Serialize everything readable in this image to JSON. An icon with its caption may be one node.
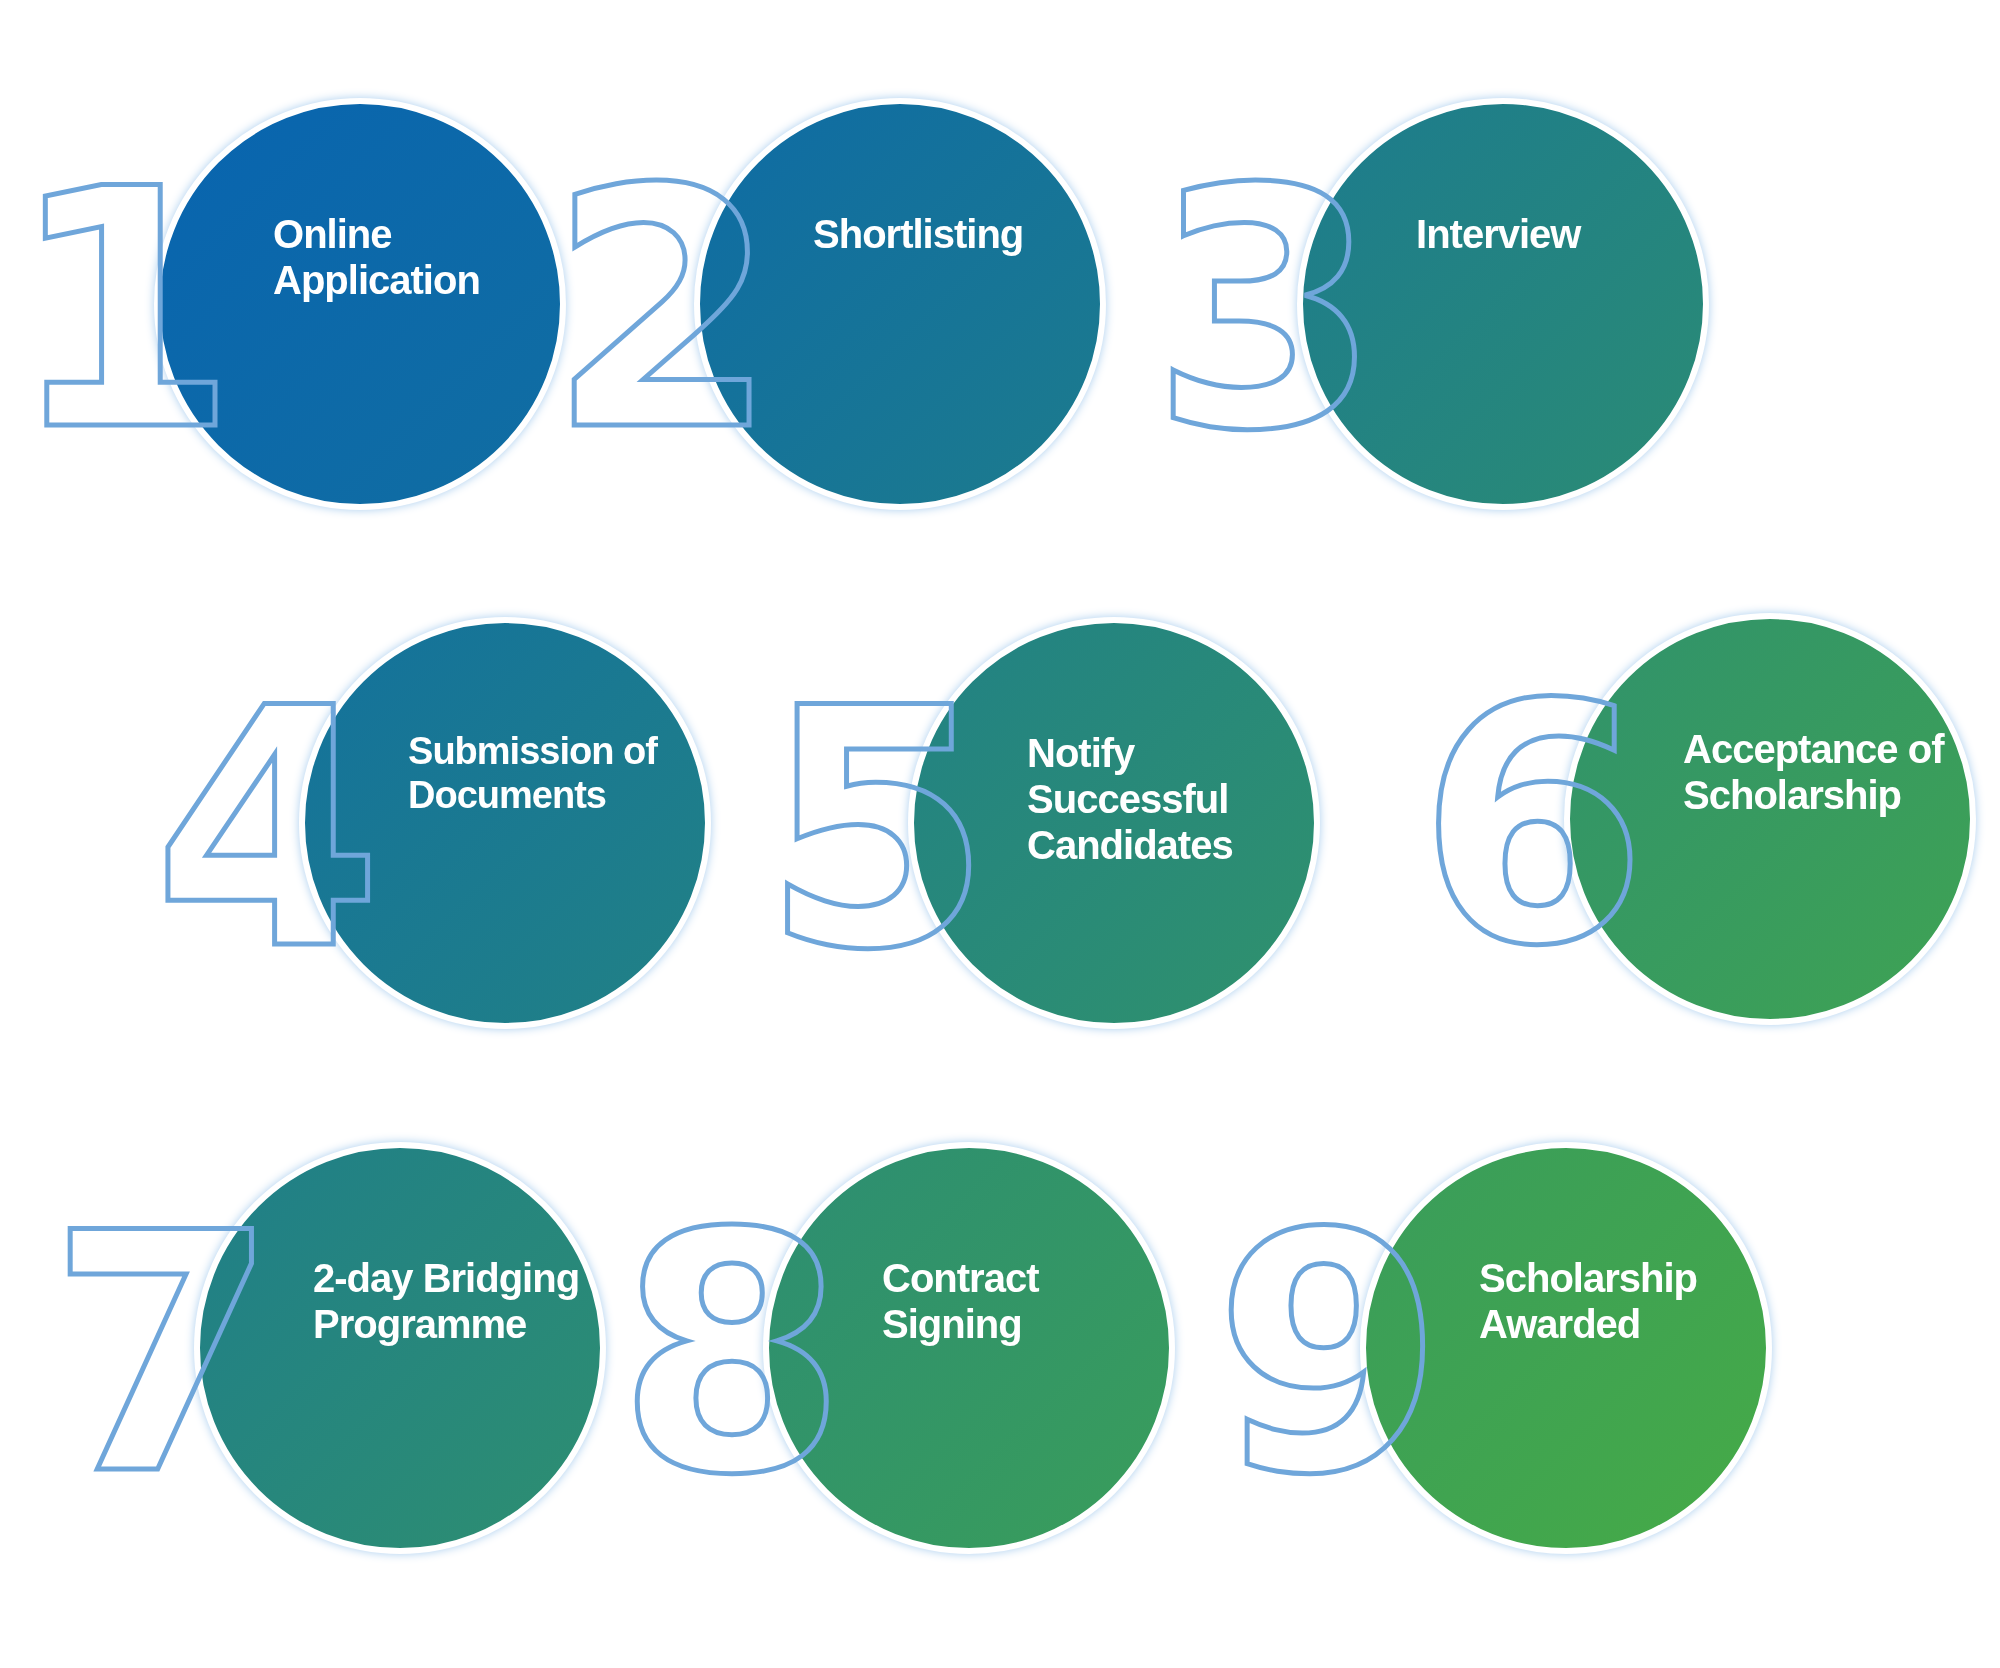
{
  "diagram": {
    "nodes": [
      {
        "text": [
          "Online Application"
        ],
        "beside": [
          "1"
        ]
      },
      {
        "text": [
          "Shortlisting"
        ],
        "beside": [
          "2"
        ]
      },
      {
        "text": [
          "Interview"
        ],
        "beside": [
          "3"
        ]
      },
      {
        "text": [
          "Submission of Documents"
        ],
        "beside": [
          "4"
        ]
      },
      {
        "text": [
          "Notify Successful Candidates"
        ],
        "beside": [
          "5"
        ]
      },
      {
        "text": [
          "Acceptance of Scholarship"
        ],
        "beside": [
          "6"
        ]
      },
      {
        "text": [
          "2-day Bridging Programme"
        ],
        "beside": [
          "7"
        ]
      },
      {
        "text": [
          "Contract Signing"
        ],
        "beside": [
          "8"
        ]
      },
      {
        "text": [
          "Scholarship Awarded"
        ],
        "beside": [
          "9"
        ]
      }
    ]
  }
}
